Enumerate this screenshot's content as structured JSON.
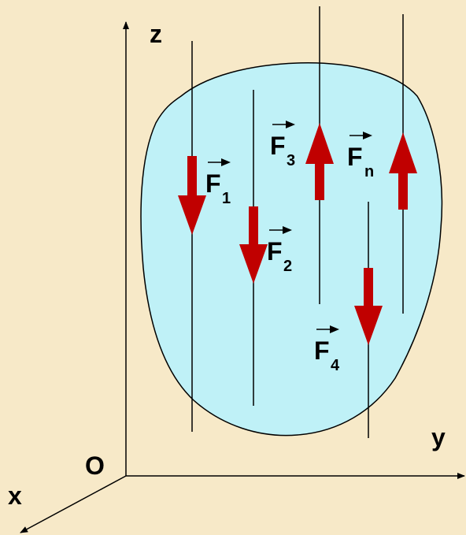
{
  "axes": {
    "z_label": "z",
    "y_label": "y",
    "x_label": "x",
    "origin_label": "O"
  },
  "forces": [
    {
      "id": "f1",
      "symbol": "F",
      "subscript": "1",
      "direction": "down"
    },
    {
      "id": "f2",
      "symbol": "F",
      "subscript": "2",
      "direction": "down"
    },
    {
      "id": "f3",
      "symbol": "F",
      "subscript": "3",
      "direction": "up"
    },
    {
      "id": "f4",
      "symbol": "F",
      "subscript": "4",
      "direction": "down"
    },
    {
      "id": "fn",
      "symbol": "F",
      "subscript": "n",
      "direction": "up"
    }
  ],
  "colors": {
    "background": "#F7E9C8",
    "body_fill": "#BFF1F7",
    "force_arrow": "#C00000",
    "line": "#000000"
  }
}
